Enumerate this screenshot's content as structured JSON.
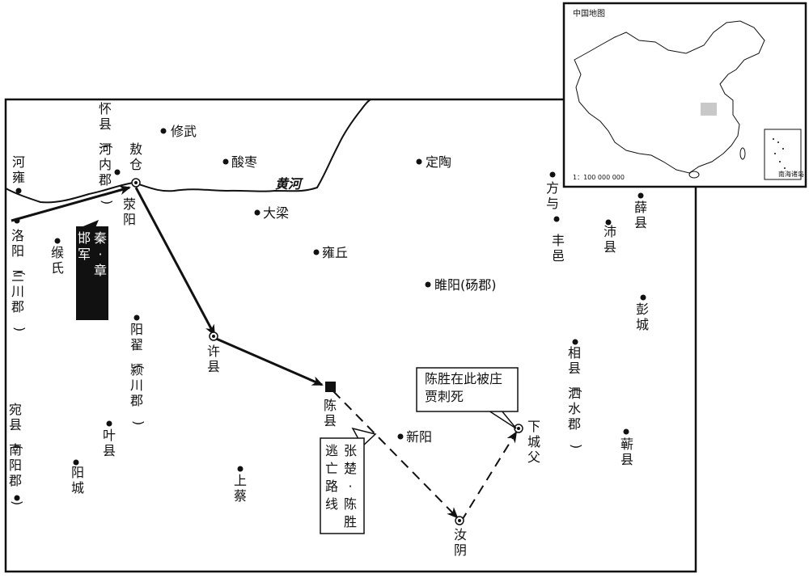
{
  "inset": {
    "title": "中国地图",
    "scale": "1：100 000 000",
    "south_sea_label": "南海诸岛"
  },
  "river": {
    "name": "黄河"
  },
  "places": {
    "hewei": "河雍",
    "huaixian": "怀县(河内郡)",
    "xiuwu": "修武",
    "aocang": "敖仓",
    "xingyang": "荥阳",
    "suanzao": "酸枣",
    "dingtao": "定陶",
    "fangyu": "方与",
    "xuexian": "薛县",
    "luoyang": "洛阳(三川郡)",
    "goushi": "缑氏",
    "daliang": "大梁",
    "fengyi": "丰邑",
    "peixian": "沛县",
    "yongqiu": "雍丘",
    "suiyang": "睢阳(砀郡)",
    "pengcheng": "彭城",
    "yangzhai": "阳翟(颍川郡)",
    "xuxian": "许县",
    "xiangxian": "相县(泗水郡)",
    "chenxian": "陈县",
    "xiachengfu": "下城父",
    "wanxian": "宛县(南阳郡)",
    "yexian": "叶县",
    "xinyang": "新阳",
    "qixian": "蕲县",
    "yangcheng": "阳城",
    "shangcai": "上蔡",
    "ruyin": "汝阴"
  },
  "callouts": {
    "qin_army": "秦·章邯军",
    "escape_route": "张楚·陈胜逃亡路线",
    "death_note": "陈胜在此被庄贾刺死"
  }
}
